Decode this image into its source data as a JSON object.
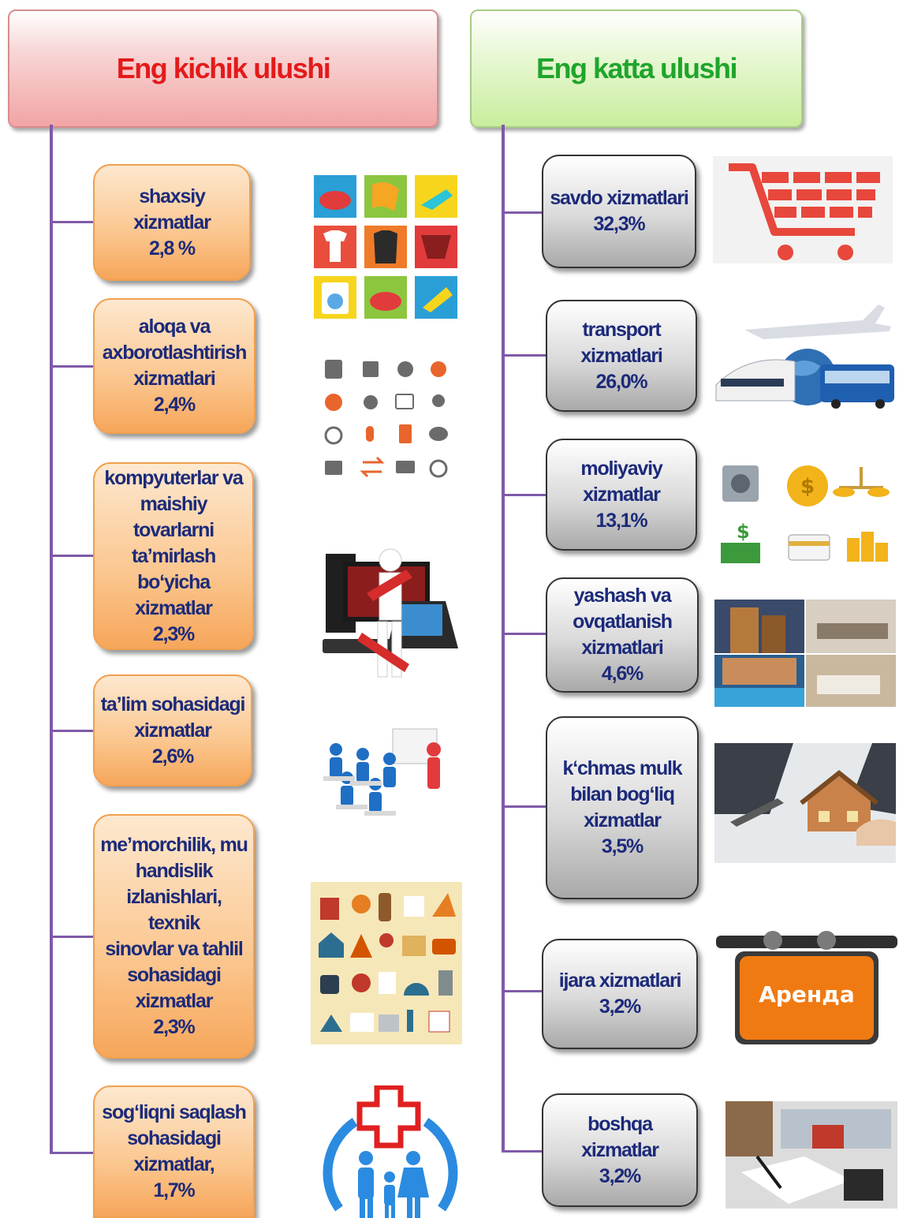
{
  "headers": {
    "left": "Eng kichik ulushi",
    "right": "Eng katta ulushi"
  },
  "left_items": [
    {
      "lines": [
        "shaxsiy xizmatlar",
        "2,8 %"
      ],
      "icon": "laundry-services-icon"
    },
    {
      "lines": [
        "aloqa va",
        "axborotlashtirish",
        "xizmatlari",
        "2,4%"
      ],
      "icon": "communication-icons"
    },
    {
      "lines": [
        "kompyuterlar va",
        "maishiy tovarlarni",
        "ta’mirlash",
        "bo‘yicha xizmatlar",
        "2,3%"
      ],
      "icon": "computer-repair-icon"
    },
    {
      "lines": [
        "ta’lim sohasidagi",
        "xizmatlar",
        "2,6%"
      ],
      "icon": "classroom-icon"
    },
    {
      "lines": [
        "me’morchilik, mu",
        "handislik",
        "izlanishlari, texnik",
        "sinovlar va tahlil",
        "sohasidagi",
        "xizmatlar",
        "2,3%"
      ],
      "icon": "architecture-icons"
    },
    {
      "lines": [
        "sog‘liqni saqlash",
        "sohasidagi",
        "xizmatlar,",
        "1,7%"
      ],
      "icon": "healthcare-family-icon"
    }
  ],
  "right_items": [
    {
      "lines": [
        "savdo xizmatlari",
        "32,3%"
      ],
      "icon": "shopping-cart-icon"
    },
    {
      "lines": [
        "transport",
        "xizmatlari",
        "26,0%"
      ],
      "icon": "transport-icon"
    },
    {
      "lines": [
        "moliyaviy",
        "xizmatlar",
        "13,1%"
      ],
      "icon": "finance-icons"
    },
    {
      "lines": [
        "yashash va",
        "ovqatlanish",
        "xizmatlari",
        "4,6%"
      ],
      "icon": "hotel-photos"
    },
    {
      "lines": [
        "k‘chmas mulk",
        "bilan bog‘liq",
        "xizmatlar",
        "3,5%"
      ],
      "icon": "real-estate-icon"
    },
    {
      "lines": [
        "ijara xizmatlari",
        "3,2%"
      ],
      "icon": "rent-sign-icon"
    },
    {
      "lines": [
        "boshqa  xizmatlar",
        "3,2%"
      ],
      "icon": "office-desk-icon"
    }
  ],
  "rent_sign_text": "Аренда",
  "colors": {
    "left_title": "#e41a1a",
    "right_title": "#1fa52c",
    "box_text": "#1c2a7a",
    "connector": "#7f5aa8"
  }
}
